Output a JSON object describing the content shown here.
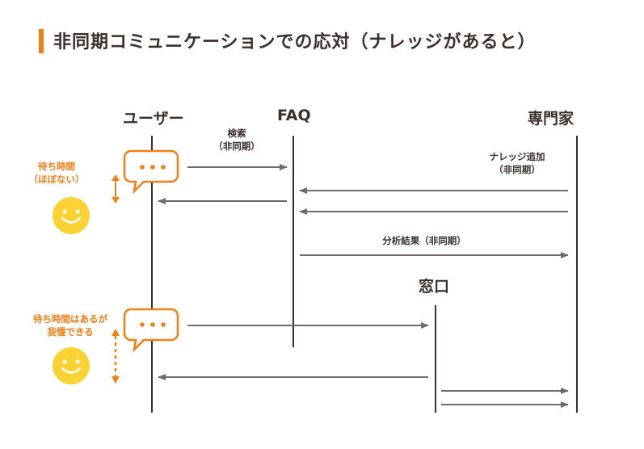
{
  "title": "非同期コミュニケーションでの応対（ナレッジがあると）",
  "actors": {
    "user": "ユーザー",
    "faq": "FAQ",
    "expert": "専門家",
    "window": "窓口"
  },
  "messages": {
    "search_line1": "検索",
    "search_line2": "（非同期）",
    "knowledge_line1": "ナレッジ追加",
    "knowledge_line2": "（非同期）",
    "analysis": "分析結果（非同期）"
  },
  "notes": {
    "wait1_line1": "待ち時間",
    "wait1_line2": "（ほぼない）",
    "wait2_line1": "待ち時間はあるが",
    "wait2_line2": "我慢できる"
  },
  "colors": {
    "accent": "#f07f16",
    "smiley": "#fad234",
    "line": "#3b2f2a",
    "arrow": "#6b6b6b"
  }
}
